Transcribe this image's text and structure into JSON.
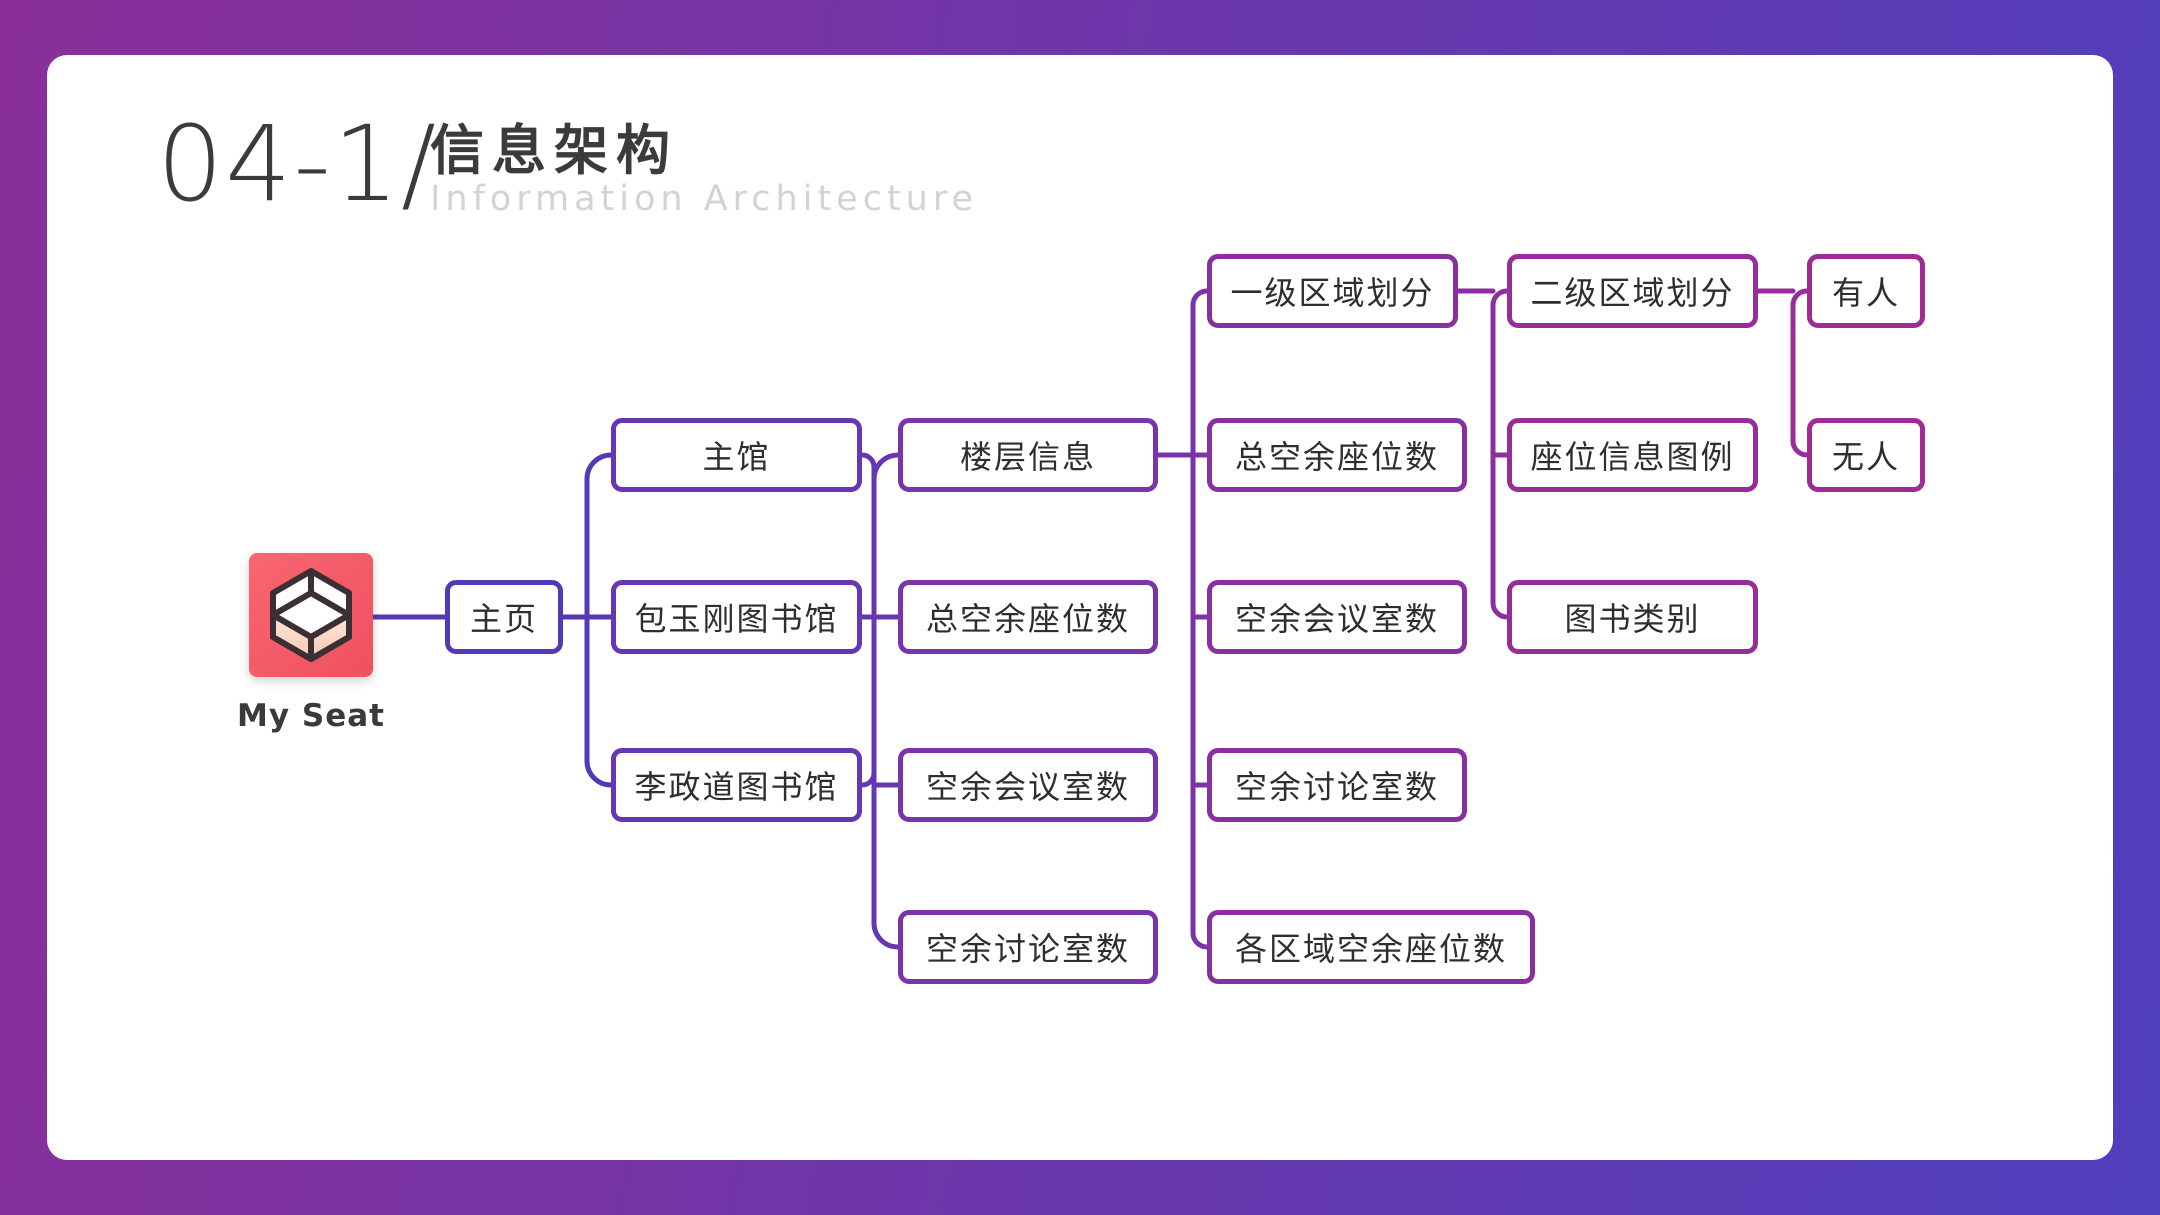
{
  "heading": {
    "number": "04-1/",
    "title": "信息架构",
    "subtitle": "Information Architecture"
  },
  "colors": {
    "background_start": "#8a2f99",
    "background_end": "#4f3fbd",
    "card": "#ffffff",
    "level1": "#5338b8",
    "level2": "#6637b2",
    "level3": "#7a33a8",
    "level4": "#8a2fa0",
    "level5": "#962d99",
    "level6": "#a02b94",
    "app_icon": "#f45a66"
  },
  "app": {
    "name": "My Seat",
    "icon": "cube-logo-icon"
  },
  "tree": {
    "home": "主页",
    "libraries": [
      "主馆",
      "包玉刚图书馆",
      "李政道图书馆"
    ],
    "library_info": [
      "楼层信息",
      "总空余座位数",
      "空余会议室数",
      "空余讨论室数"
    ],
    "floor_info": [
      "一级区域划分",
      "总空余座位数",
      "空余会议室数",
      "空余讨论室数",
      "各区域空余座位数"
    ],
    "region_info": [
      "二级区域划分",
      "座位信息图例",
      "图书类别"
    ],
    "seat_status": [
      "有人",
      "无人"
    ]
  }
}
